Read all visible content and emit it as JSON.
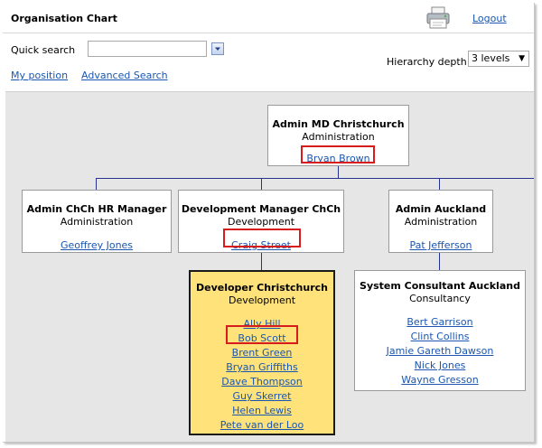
{
  "header": {
    "title": "Organisation Chart",
    "logout": "Logout",
    "printer_icon": "printer-icon"
  },
  "search": {
    "label": "Quick search",
    "value": "",
    "my_position": "My position",
    "advanced": "Advanced Search"
  },
  "hierarchy": {
    "label": "Hierarchy depth",
    "selected": "3 levels"
  },
  "colors": {
    "connector": "#27328c",
    "link": "#1a56b0",
    "highlight": "#d81b1b",
    "selected_node": "#ffe27a",
    "canvas": "#e6e6e6"
  },
  "chart": {
    "root": {
      "title": "Admin MD Christchurch",
      "dept": "Administration",
      "people": [
        "Bryan Brown"
      ]
    },
    "level2": [
      {
        "title": "Admin ChCh HR Manager",
        "dept": "Administration",
        "people": [
          "Geoffrey Jones"
        ]
      },
      {
        "title": "Development Manager ChCh",
        "dept": "Development",
        "people": [
          "Craig Street"
        ]
      },
      {
        "title": "Admin Auckland",
        "dept": "Administration",
        "people": [
          "Pat Jefferson"
        ]
      }
    ],
    "level3": [
      {
        "title": "Developer Christchurch",
        "dept": "Development",
        "people": [
          "Ally Hill",
          "Bob Scott",
          "Brent Green",
          "Bryan Griffiths",
          "Dave Thompson",
          "Guy Skerret",
          "Helen Lewis",
          "Pete van der Loo"
        ]
      },
      {
        "title": "System Consultant Auckland",
        "dept": "Consultancy",
        "people": [
          "Bert Garrison",
          "Clint Collins",
          "Jamie Gareth Dawson",
          "Nick Jones",
          "Wayne Gresson"
        ]
      }
    ]
  }
}
